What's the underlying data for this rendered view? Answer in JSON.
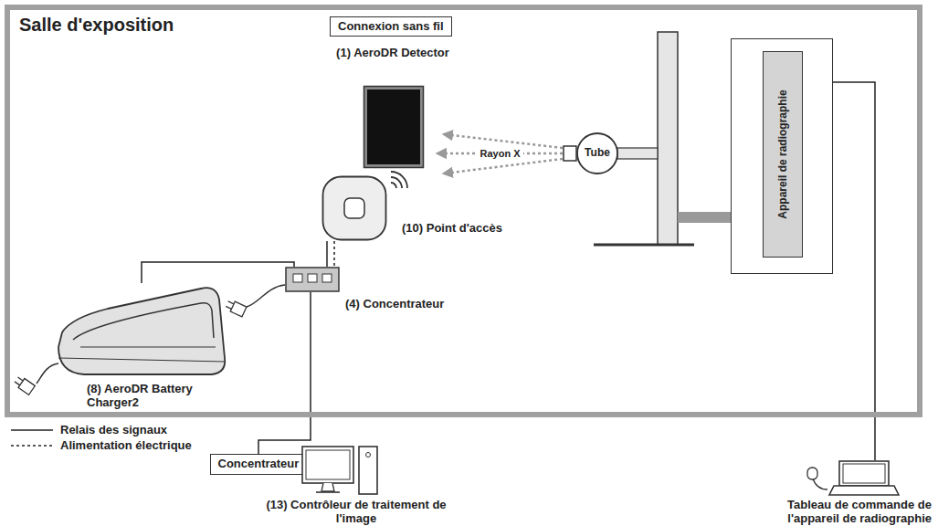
{
  "diagram": {
    "nodes": [
      {
        "text": [
          "Salle d'exposition"
        ]
      },
      {
        "text": [
          "Connexion sans fil"
        ],
        "in": 0
      },
      {
        "text": [
          "(1) AeroDR Detector"
        ],
        "in": 0
      },
      {
        "text": [
          "(10) Point d'accès"
        ],
        "in": 0
      },
      {
        "text": [
          "Appareil de radiographie"
        ],
        "in": 0
      },
      {
        "text": [
          "Tube"
        ],
        "in": 0
      },
      {
        "text": [
          "(8) AeroDR Battery Charger2"
        ],
        "in": 0
      },
      {
        "text": [
          "(4) Concentrateur"
        ],
        "in": 0
      },
      {
        "text": [
          "Concentrateur"
        ]
      },
      {
        "text": [
          "(13) Contrôleur de traitement de l'image"
        ]
      },
      {
        "text": [
          "Tableau de commande de l'appareil de radiographie"
        ]
      }
    ],
    "edges": [
      {
        "from": 5,
        "to": 2,
        "arrow": "to",
        "label": "Rayon X"
      },
      {
        "from": 3,
        "to": 7,
        "arrow": "none"
      },
      {
        "from": 3,
        "to": 7,
        "arrow": "none"
      },
      {
        "from": 6,
        "to": 7,
        "arrow": "none"
      },
      {
        "from": 7,
        "to": 8,
        "arrow": "none"
      },
      {
        "from": 8,
        "to": 9,
        "arrow": "none"
      },
      {
        "from": 4,
        "to": 10,
        "arrow": "none"
      }
    ],
    "legend": [
      {
        "text": "Relais des signaux"
      },
      {
        "text": "Alimentation électrique"
      }
    ]
  }
}
